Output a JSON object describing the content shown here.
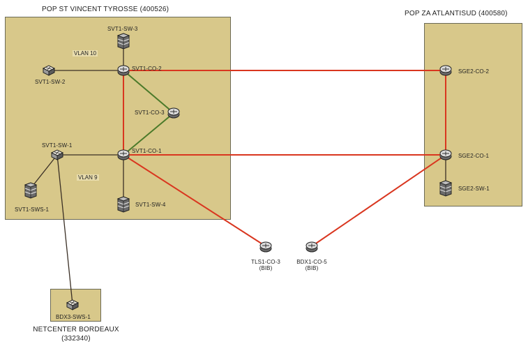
{
  "zones": {
    "stvincent": {
      "title": "POP ST VINCENT TYROSSE (400526)"
    },
    "atlantisud": {
      "title": "POP ZA ATLANTISUD (400580)"
    },
    "netcenter": {
      "title_line1": "NETCENTER BORDEAUX",
      "title_line2": "(332340)"
    }
  },
  "nodes": {
    "svt1_sw_3": "SVT1-SW-3",
    "svt1_sw_2": "SVT1-SW-2",
    "svt1_co_2": "SVT1-CO-2",
    "svt1_co_3": "SVT1-CO-3",
    "svt1_sw_1": "SVT1-SW-1",
    "svt1_co_1": "SVT1-CO-1",
    "svt1_sws_1": "SVT1-SWS-1",
    "svt1_sw_4": "SVT1-SW-4",
    "sge2_co_2": "SGE2-CO-2",
    "sge2_co_1": "SGE2-CO-1",
    "sge2_sw_1": "SGE2-SW-1",
    "tls1_co_3": "TLS1-CO-3",
    "tls1_co_3_sub": "(BIB)",
    "bdx1_co_5": "BDX1-CO-5",
    "bdx1_co_5_sub": "(BIB)",
    "bdx3_sws_1": "BDX3-SWS-1"
  },
  "vlans": {
    "vlan10": "VLAN 10",
    "vlan9": "VLAN 9"
  },
  "colors": {
    "zone": "#d8c88a",
    "red_link": "#d9361f",
    "green_link": "#4b7a2a",
    "dark_link": "#3a2f25"
  }
}
